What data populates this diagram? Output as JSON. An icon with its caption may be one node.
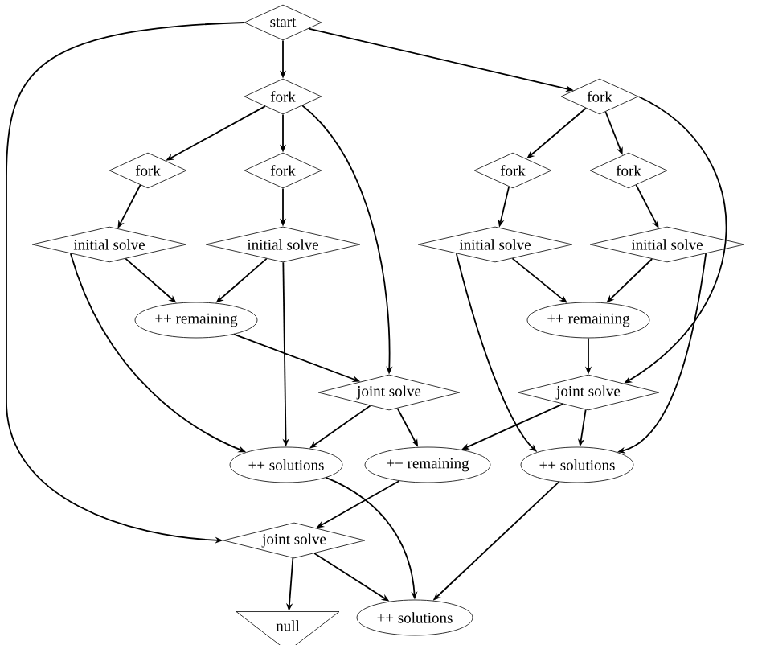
{
  "diagram": {
    "nodes": [
      {
        "text": [
          "start"
        ]
      },
      {
        "text": [
          "fork"
        ]
      },
      {
        "text": [
          "fork"
        ]
      },
      {
        "text": [
          "fork"
        ]
      },
      {
        "text": [
          "fork"
        ]
      },
      {
        "text": [
          "fork"
        ]
      },
      {
        "text": [
          "fork"
        ]
      },
      {
        "text": [
          "initial solve"
        ]
      },
      {
        "text": [
          "initial solve"
        ]
      },
      {
        "text": [
          "initial solve"
        ]
      },
      {
        "text": [
          "initial solve"
        ]
      },
      {
        "text": [
          "++ remaining"
        ]
      },
      {
        "text": [
          "++ remaining"
        ]
      },
      {
        "text": [
          "joint solve"
        ]
      },
      {
        "text": [
          "joint solve"
        ]
      },
      {
        "text": [
          "++ solutions"
        ]
      },
      {
        "text": [
          "++ remaining"
        ]
      },
      {
        "text": [
          "++ solutions"
        ]
      },
      {
        "text": [
          "joint solve"
        ]
      },
      {
        "text": [
          "null"
        ]
      },
      {
        "text": [
          "++ solutions"
        ]
      }
    ],
    "edges": [
      {
        "from": 0,
        "to": 1,
        "arrow": "to"
      },
      {
        "from": 0,
        "to": 2,
        "arrow": "to"
      },
      {
        "from": 0,
        "to": 18,
        "arrow": "to"
      },
      {
        "from": 1,
        "to": 3,
        "arrow": "to"
      },
      {
        "from": 1,
        "to": 4,
        "arrow": "to"
      },
      {
        "from": 1,
        "to": 13,
        "arrow": "to"
      },
      {
        "from": 2,
        "to": 5,
        "arrow": "to"
      },
      {
        "from": 2,
        "to": 6,
        "arrow": "to"
      },
      {
        "from": 2,
        "to": 14,
        "arrow": "to"
      },
      {
        "from": 3,
        "to": 7,
        "arrow": "to"
      },
      {
        "from": 4,
        "to": 8,
        "arrow": "to"
      },
      {
        "from": 5,
        "to": 9,
        "arrow": "to"
      },
      {
        "from": 6,
        "to": 10,
        "arrow": "to"
      },
      {
        "from": 7,
        "to": 11,
        "arrow": "to"
      },
      {
        "from": 7,
        "to": 15,
        "arrow": "to"
      },
      {
        "from": 8,
        "to": 11,
        "arrow": "to"
      },
      {
        "from": 8,
        "to": 15,
        "arrow": "to"
      },
      {
        "from": 9,
        "to": 12,
        "arrow": "to"
      },
      {
        "from": 9,
        "to": 17,
        "arrow": "to"
      },
      {
        "from": 10,
        "to": 12,
        "arrow": "to"
      },
      {
        "from": 10,
        "to": 17,
        "arrow": "to"
      },
      {
        "from": 11,
        "to": 13,
        "arrow": "to"
      },
      {
        "from": 12,
        "to": 14,
        "arrow": "to"
      },
      {
        "from": 13,
        "to": 15,
        "arrow": "to"
      },
      {
        "from": 13,
        "to": 16,
        "arrow": "to"
      },
      {
        "from": 14,
        "to": 16,
        "arrow": "to"
      },
      {
        "from": 14,
        "to": 17,
        "arrow": "to"
      },
      {
        "from": 15,
        "to": 20,
        "arrow": "to"
      },
      {
        "from": 16,
        "to": 18,
        "arrow": "to"
      },
      {
        "from": 17,
        "to": 20,
        "arrow": "to"
      },
      {
        "from": 18,
        "to": 19,
        "arrow": "to"
      },
      {
        "from": 18,
        "to": 20,
        "arrow": "to"
      }
    ]
  }
}
